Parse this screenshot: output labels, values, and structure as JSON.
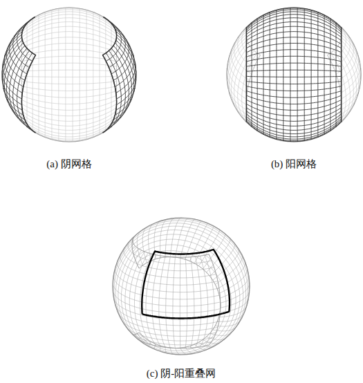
{
  "diagram": {
    "labels": [
      "(a) 阴网格",
      "(b) 阳网格",
      "(c) 阴-阳重叠网"
    ]
  }
}
